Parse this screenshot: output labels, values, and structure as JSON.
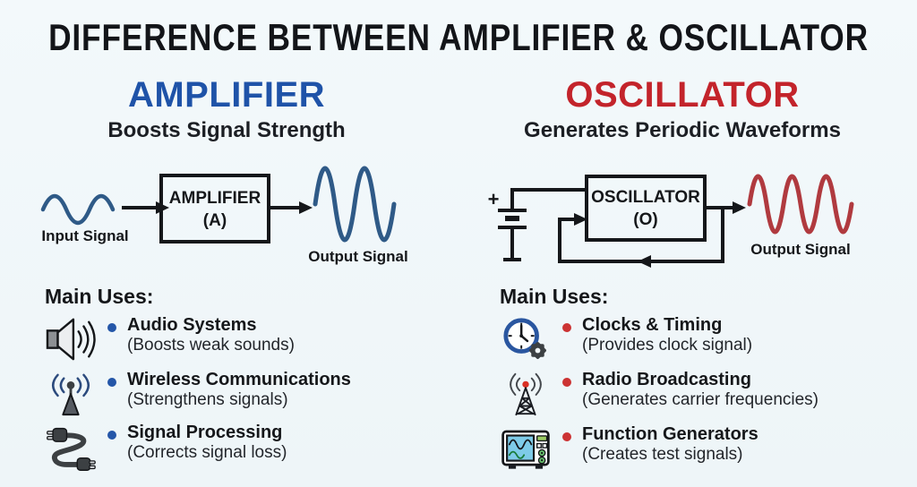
{
  "title": "DIFFERENCE BETWEEN AMPLIFIER & OSCILLATOR",
  "colors": {
    "background": "#f1f7f9",
    "amplifier_blue": "#1f53a8",
    "oscillator_red": "#c3242b",
    "wave_blue": "#2f5a87",
    "wave_red": "#b03a3f",
    "ink": "#15171a"
  },
  "amplifier": {
    "heading": "AMPLIFIER",
    "subtitle": "Boosts Signal Strength",
    "diagram": {
      "input_label": "Input Signal",
      "box_line1": "AMPLIFIER",
      "box_line2": "(A)",
      "output_label": "Output Signal"
    },
    "main_uses_heading": "Main Uses:",
    "uses": [
      {
        "icon": "speaker-icon",
        "title": "Audio Systems",
        "subtitle": "(Boosts weak sounds)"
      },
      {
        "icon": "antenna-icon",
        "title": "Wireless Communications",
        "subtitle": "(Strengthens signals)"
      },
      {
        "icon": "audio-cable-icon",
        "title": "Signal Processing",
        "subtitle": "(Corrects signal loss)"
      }
    ]
  },
  "oscillator": {
    "heading": "OSCILLATOR",
    "subtitle": "Generates Periodic Waveforms",
    "diagram": {
      "battery_plus": "+",
      "box_line1": "OSCILLATOR",
      "box_line2": "(O)",
      "output_label": "Output Signal"
    },
    "main_uses_heading": "Main Uses:",
    "uses": [
      {
        "icon": "clock-gear-icon",
        "title": "Clocks & Timing",
        "subtitle": "(Provides clock signal)"
      },
      {
        "icon": "radio-tower-icon",
        "title": "Radio Broadcasting",
        "subtitle": "(Generates carrier frequencies)"
      },
      {
        "icon": "function-generator-icon",
        "title": "Function Generators",
        "subtitle": "(Creates test signals)"
      }
    ]
  }
}
